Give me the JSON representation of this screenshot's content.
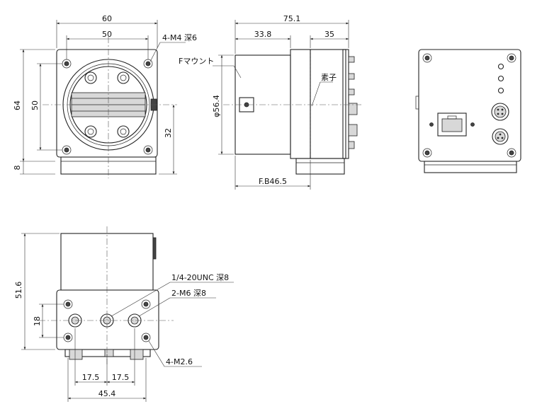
{
  "front_view": {
    "dim_width_outer": "60",
    "dim_width_inner": "50",
    "dim_height_outer": "64",
    "dim_height_inner": "50",
    "dim_center_height": "32",
    "dim_base": "8",
    "note_mount_holes": "4-M4 深6"
  },
  "side_view": {
    "dim_total_length": "75.1",
    "dim_front_part": "33.8",
    "dim_rear_part": "35",
    "dim_diameter": "φ56.4",
    "dim_flange_back": "F.B46.5",
    "label_mount": "Fマウント",
    "label_sensor": "素子"
  },
  "bottom_view": {
    "dim_height": "51.6",
    "dim_hole_spacing_v": "18",
    "dim_hole_pitch_1": "17.5",
    "dim_hole_pitch_2": "17.5",
    "dim_width": "45.4",
    "note_tripod": "1/4-20UNC 深8",
    "note_m6": "2-M6 深8",
    "note_m26": "4-M2.6"
  }
}
